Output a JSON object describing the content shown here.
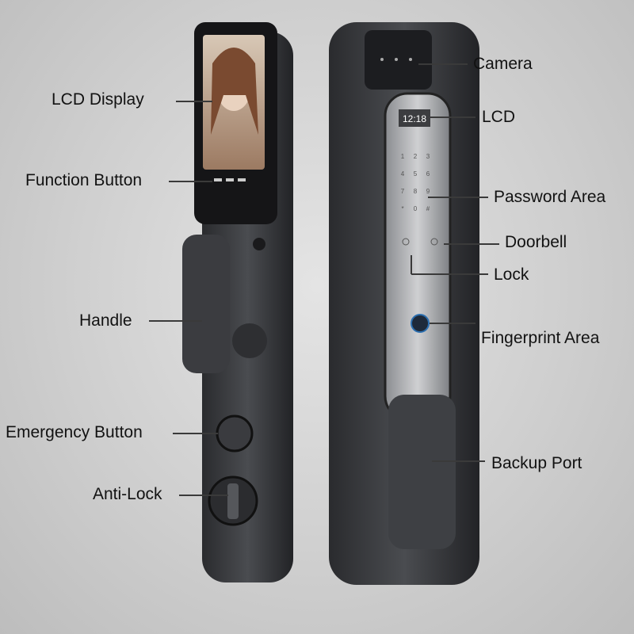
{
  "lcd_time": "12:18",
  "left_labels": {
    "lcd_display": "LCD Display",
    "function_button": "Function Button",
    "handle": "Handle",
    "emergency_button": "Emergency Button",
    "anti_lock": "Anti-Lock"
  },
  "right_labels": {
    "camera": "Camera",
    "lcd": "LCD",
    "password_area": "Password Area",
    "doorbell": "Doorbell",
    "lock": "Lock",
    "fingerprint_area": "Fingerprint Area",
    "backup_port": "Backup Port"
  }
}
